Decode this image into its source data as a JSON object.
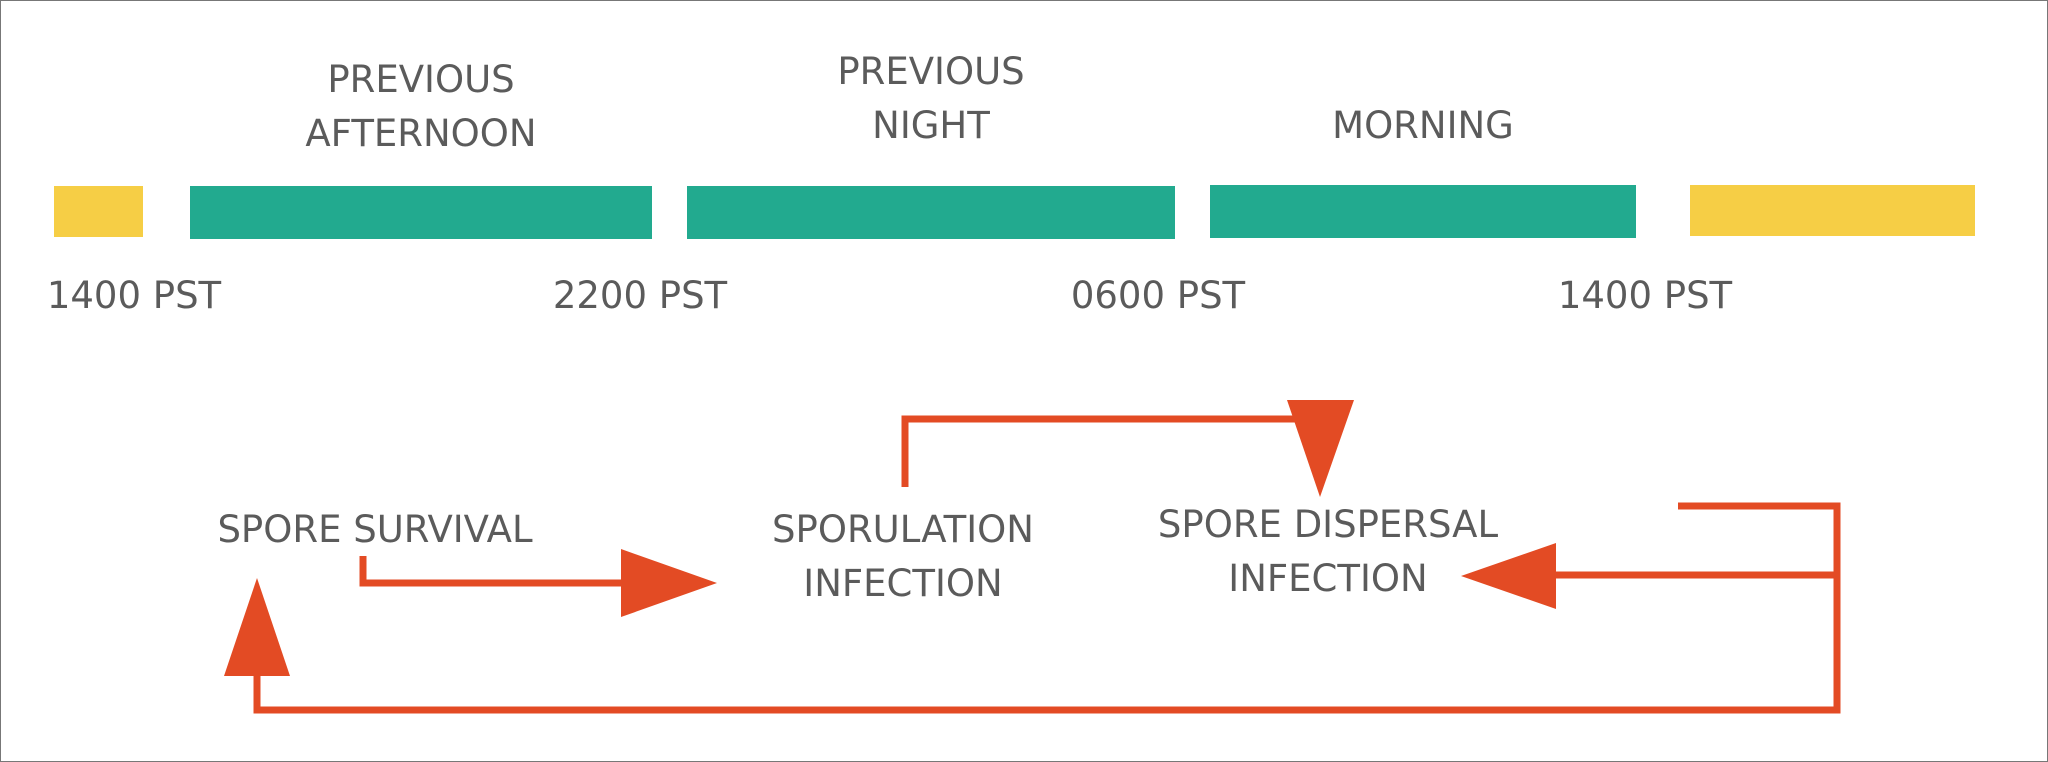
{
  "colors": {
    "day_bar": "#F6CE45",
    "period_bar": "#22AA8F",
    "arrow": "#E34B24",
    "text": "#5B5B5B",
    "border": "#777777"
  },
  "timeline": {
    "periods": [
      {
        "line1": "PREVIOUS",
        "line2": "AFTERNOON"
      },
      {
        "line1": "PREVIOUS",
        "line2": "NIGHT"
      },
      {
        "line1": "MORNING",
        "line2": ""
      }
    ],
    "times": [
      "1400 PST",
      "2200 PST",
      "0600 PST",
      "1400 PST"
    ]
  },
  "cycle": {
    "spore_survival": "SPORE SURVIVAL",
    "sporulation": {
      "line1": "SPORULATION",
      "line2": "INFECTION"
    },
    "spore_dispersal": {
      "line1": "SPORE DISPERSAL",
      "line2": "INFECTION"
    }
  }
}
